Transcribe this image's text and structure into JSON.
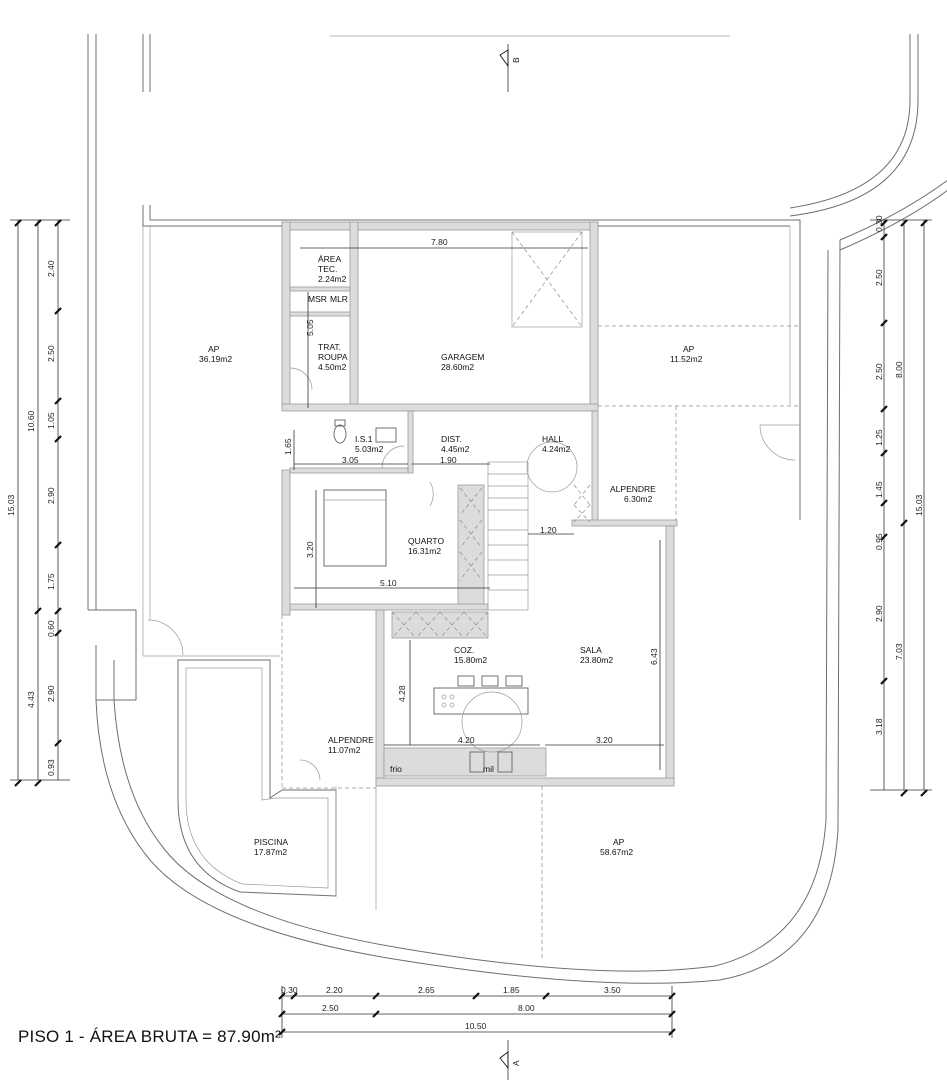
{
  "title": "PISO 1 -  ÁREA BRUTA = 87.90m²",
  "section_markers": {
    "top": "B",
    "bottom": "A"
  },
  "rooms": [
    {
      "id": "area-tec",
      "name": "ÁREA\nTEC.",
      "area": "2.24m2"
    },
    {
      "id": "msr",
      "name": "MSR",
      "area": ""
    },
    {
      "id": "mlr",
      "name": "MLR",
      "area": ""
    },
    {
      "id": "trat-roupa",
      "name": "TRAT.\nROUPA",
      "area": "4.50m2"
    },
    {
      "id": "garagem",
      "name": "GARAGEM",
      "area": "28.60m2"
    },
    {
      "id": "ap-left",
      "name": "AP",
      "area": "36.19m2"
    },
    {
      "id": "ap-right",
      "name": "AP",
      "area": "11.52m2"
    },
    {
      "id": "is1",
      "name": "I.S.1",
      "area": "5.03m2"
    },
    {
      "id": "dist",
      "name": "DIST.",
      "area": "4.45m2"
    },
    {
      "id": "hall",
      "name": "HALL",
      "area": "4.24m2"
    },
    {
      "id": "alpendre-right",
      "name": "ALPENDRE",
      "area": "6.30m2"
    },
    {
      "id": "quarto",
      "name": "QUARTO",
      "area": "16.31m2"
    },
    {
      "id": "coz",
      "name": "COZ.",
      "area": "15.80m2"
    },
    {
      "id": "sala",
      "name": "SALA",
      "area": "23.80m2"
    },
    {
      "id": "alpendre-left",
      "name": "ALPENDRE",
      "area": "11.07m2"
    },
    {
      "id": "piscina",
      "name": "PISCINA",
      "area": "17.87m2"
    },
    {
      "id": "ap-bottom",
      "name": "AP",
      "area": "58.67m2"
    },
    {
      "id": "frio",
      "name": "frio",
      "area": ""
    },
    {
      "id": "mil",
      "name": "mil",
      "area": ""
    }
  ],
  "interior_dimensions": [
    "7.80",
    "5.05",
    "1.65",
    "3.05",
    "1.90",
    "1.20",
    "3.20",
    "5.10",
    "6.43",
    "4.28",
    "4.20",
    "3.20"
  ],
  "left_dimensions": {
    "inner": [
      "2.40",
      "2.50",
      "1.05",
      "2.90",
      "1.75",
      "0.60",
      "2.90",
      "0.93"
    ],
    "middle": [
      "10.60",
      "4.43"
    ],
    "outer": [
      "15.03"
    ]
  },
  "right_dimensions": {
    "inner": [
      "0.30",
      "2.50",
      "2.50",
      "1.25",
      "1.45",
      "0.95",
      "2.90",
      "3.18"
    ],
    "middle": [
      "8.00",
      "7.03"
    ],
    "outer": [
      "15.03"
    ]
  },
  "bottom_dimensions": {
    "row1": [
      "0.30",
      "2.20",
      "2.65",
      "1.85",
      "3.50"
    ],
    "row2": [
      "2.50",
      "8.00"
    ],
    "row3": [
      "10.50"
    ]
  }
}
